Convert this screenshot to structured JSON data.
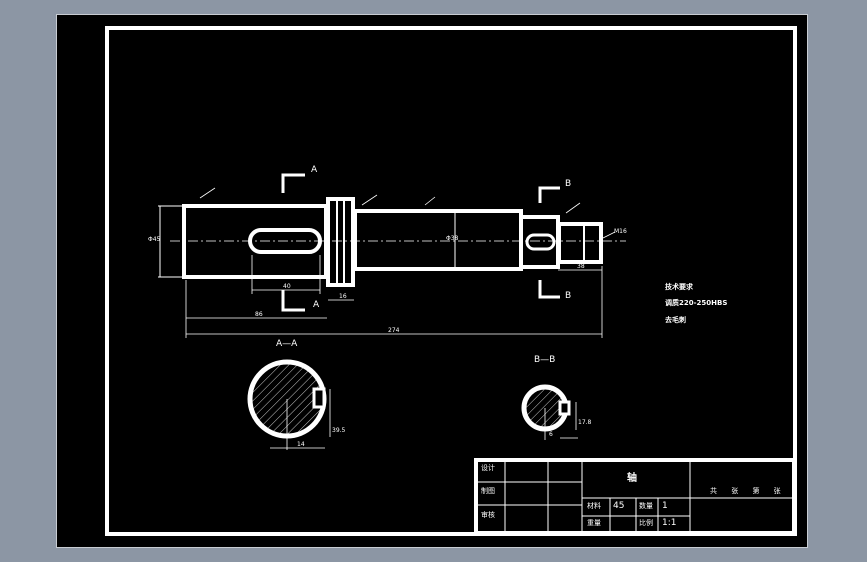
{
  "drawing": {
    "section_marks": {
      "a_top": "A",
      "a_bottom": "A",
      "b_top": "B",
      "b_bottom": "B"
    },
    "section_titles": {
      "aa": "A—A",
      "bb": "B—B"
    },
    "dimensions": {
      "overall_length": "274",
      "left_section_length": "86",
      "keyway_length": "40",
      "collar_width": "16",
      "right_offset": "38",
      "left_diameter": "Φ45",
      "mid_diameter": "Φ38",
      "aa_width": "14",
      "aa_depth": "39.5",
      "bb_width": "6",
      "bb_depth": "17.8",
      "thread": "M16"
    },
    "technical_requirements": {
      "heading": "技术要求",
      "line1": "调质220-250HBS",
      "line2": "去毛刺"
    }
  },
  "title_block": {
    "part_name": "轴",
    "material_label": "材料",
    "material_value": "45",
    "quantity_label": "数量",
    "quantity_value": "1",
    "scale_label": "比例",
    "scale_value": "1:1",
    "weight_label": "重量",
    "sheet_text": "共 张 第 张",
    "row_design": "设计",
    "row_drafting": "制图",
    "row_review": "审核"
  }
}
